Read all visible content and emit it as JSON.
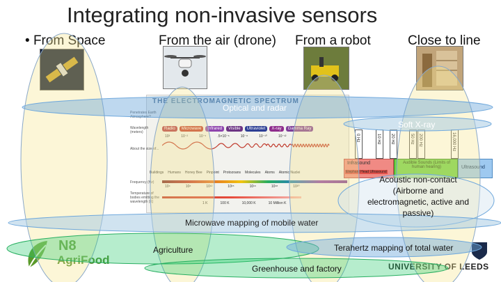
{
  "title": "Integrating non-invasive sensors",
  "bullet": "•",
  "headers": [
    "From Space",
    "From the air (drone)",
    "From a robot",
    "Close to line"
  ],
  "spectrum": {
    "title": "THE ELECTROMAGNETIC SPECTRUM",
    "bands": [
      "Radio",
      "Microwave",
      "Infrared",
      "Visible",
      "Ultraviolet",
      "X-ray",
      "Gamma Ray"
    ],
    "band_colors": [
      "#b23a48",
      "#c0392b",
      "#8e44ad",
      "#6c3483",
      "#2c3e94",
      "#8e2c8c",
      "#7d3c98"
    ],
    "wavelengths": [
      "10³",
      "10⁻²",
      "10⁻⁵",
      ".5×10⁻⁶",
      "10⁻⁸",
      "10⁻¹⁰",
      "10⁻¹²"
    ],
    "sizes": [
      "Buildings",
      "Humans",
      "Honey Bee",
      "Pinpoint",
      "Protozoans",
      "Molecules",
      "Atoms",
      "Atomic Nuclei"
    ],
    "frequencies": [
      "10⁴",
      "10⁸",
      "10¹²",
      "10¹⁵",
      "10¹⁶",
      "10¹⁸",
      "10²⁰"
    ],
    "temps": [
      "1 K",
      "100 K",
      "10,000 K",
      "10 Million K"
    ],
    "row_labels": [
      "Penetrates Earth Atmosphere?",
      "Wavelength (meters)",
      "About the size of...",
      "Frequency (Hz)",
      "Temperature of bodies emitting the wavelength (K)"
    ]
  },
  "acoustic": {
    "infrasound": "Infrasound",
    "infra_sub": "Elephant  Head  Ultrasound",
    "audible": "Audible Sounds (Limits of human hearing)",
    "ultrasound": "Ultrasound",
    "ticks": [
      "0 Hz",
      "10 Hz",
      "20 Hz",
      "50 Hz",
      "200 Hz",
      "16,000 Hz"
    ]
  },
  "labels": {
    "optical": "Optical and radar",
    "softxray": "Soft X-ray",
    "acoustic": "Acoustic non-contact (Airborne and electromagnetic, active and passive)",
    "microwave": "Microwave mapping of mobile water",
    "agriculture": "Agriculture",
    "terahertz": "Terahertz mapping of total water",
    "greenhouse": "Greenhouse and factory"
  },
  "logos": {
    "n8_line1": "N8",
    "n8_line2": "AgriFood",
    "leeds": "UNIVERSITY OF LEEDS"
  }
}
